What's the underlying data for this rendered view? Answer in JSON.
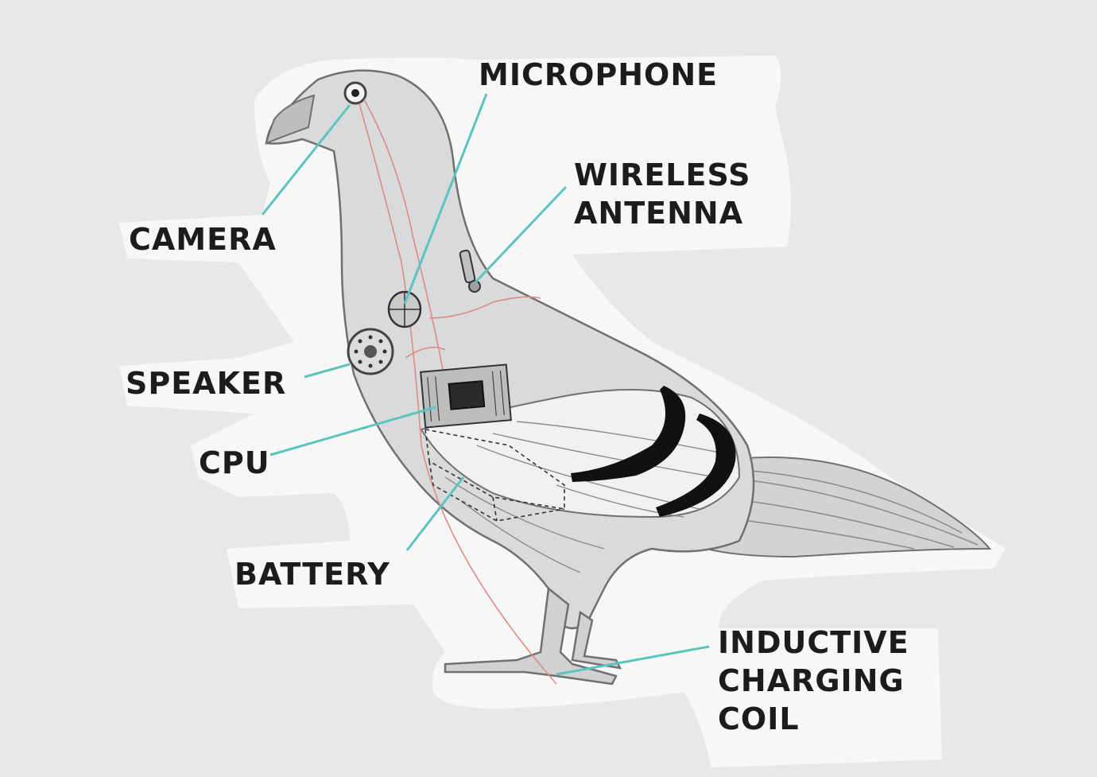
{
  "labels": {
    "microphone": [
      "MICROPHONE"
    ],
    "wireless_antenna": [
      "WIRELESS",
      "ANTENNA"
    ],
    "camera": [
      "CAMERA"
    ],
    "speaker": [
      "SPEAKER"
    ],
    "cpu": [
      "CPU"
    ],
    "battery": [
      "BATTERY"
    ],
    "inductive_charging_coil": [
      "INDUCTIVE",
      "CHARGING",
      "COIL"
    ]
  },
  "colors": {
    "background": "#e7e8ea",
    "sticker": "#f7f7f7",
    "bird_body": "#d9dadb",
    "bird_outline": "#6f7072",
    "leader_line": "#5cc4bf",
    "wiring": "#e08a84",
    "wing_bar": "#111111",
    "label_text": "#1b1c1e"
  }
}
